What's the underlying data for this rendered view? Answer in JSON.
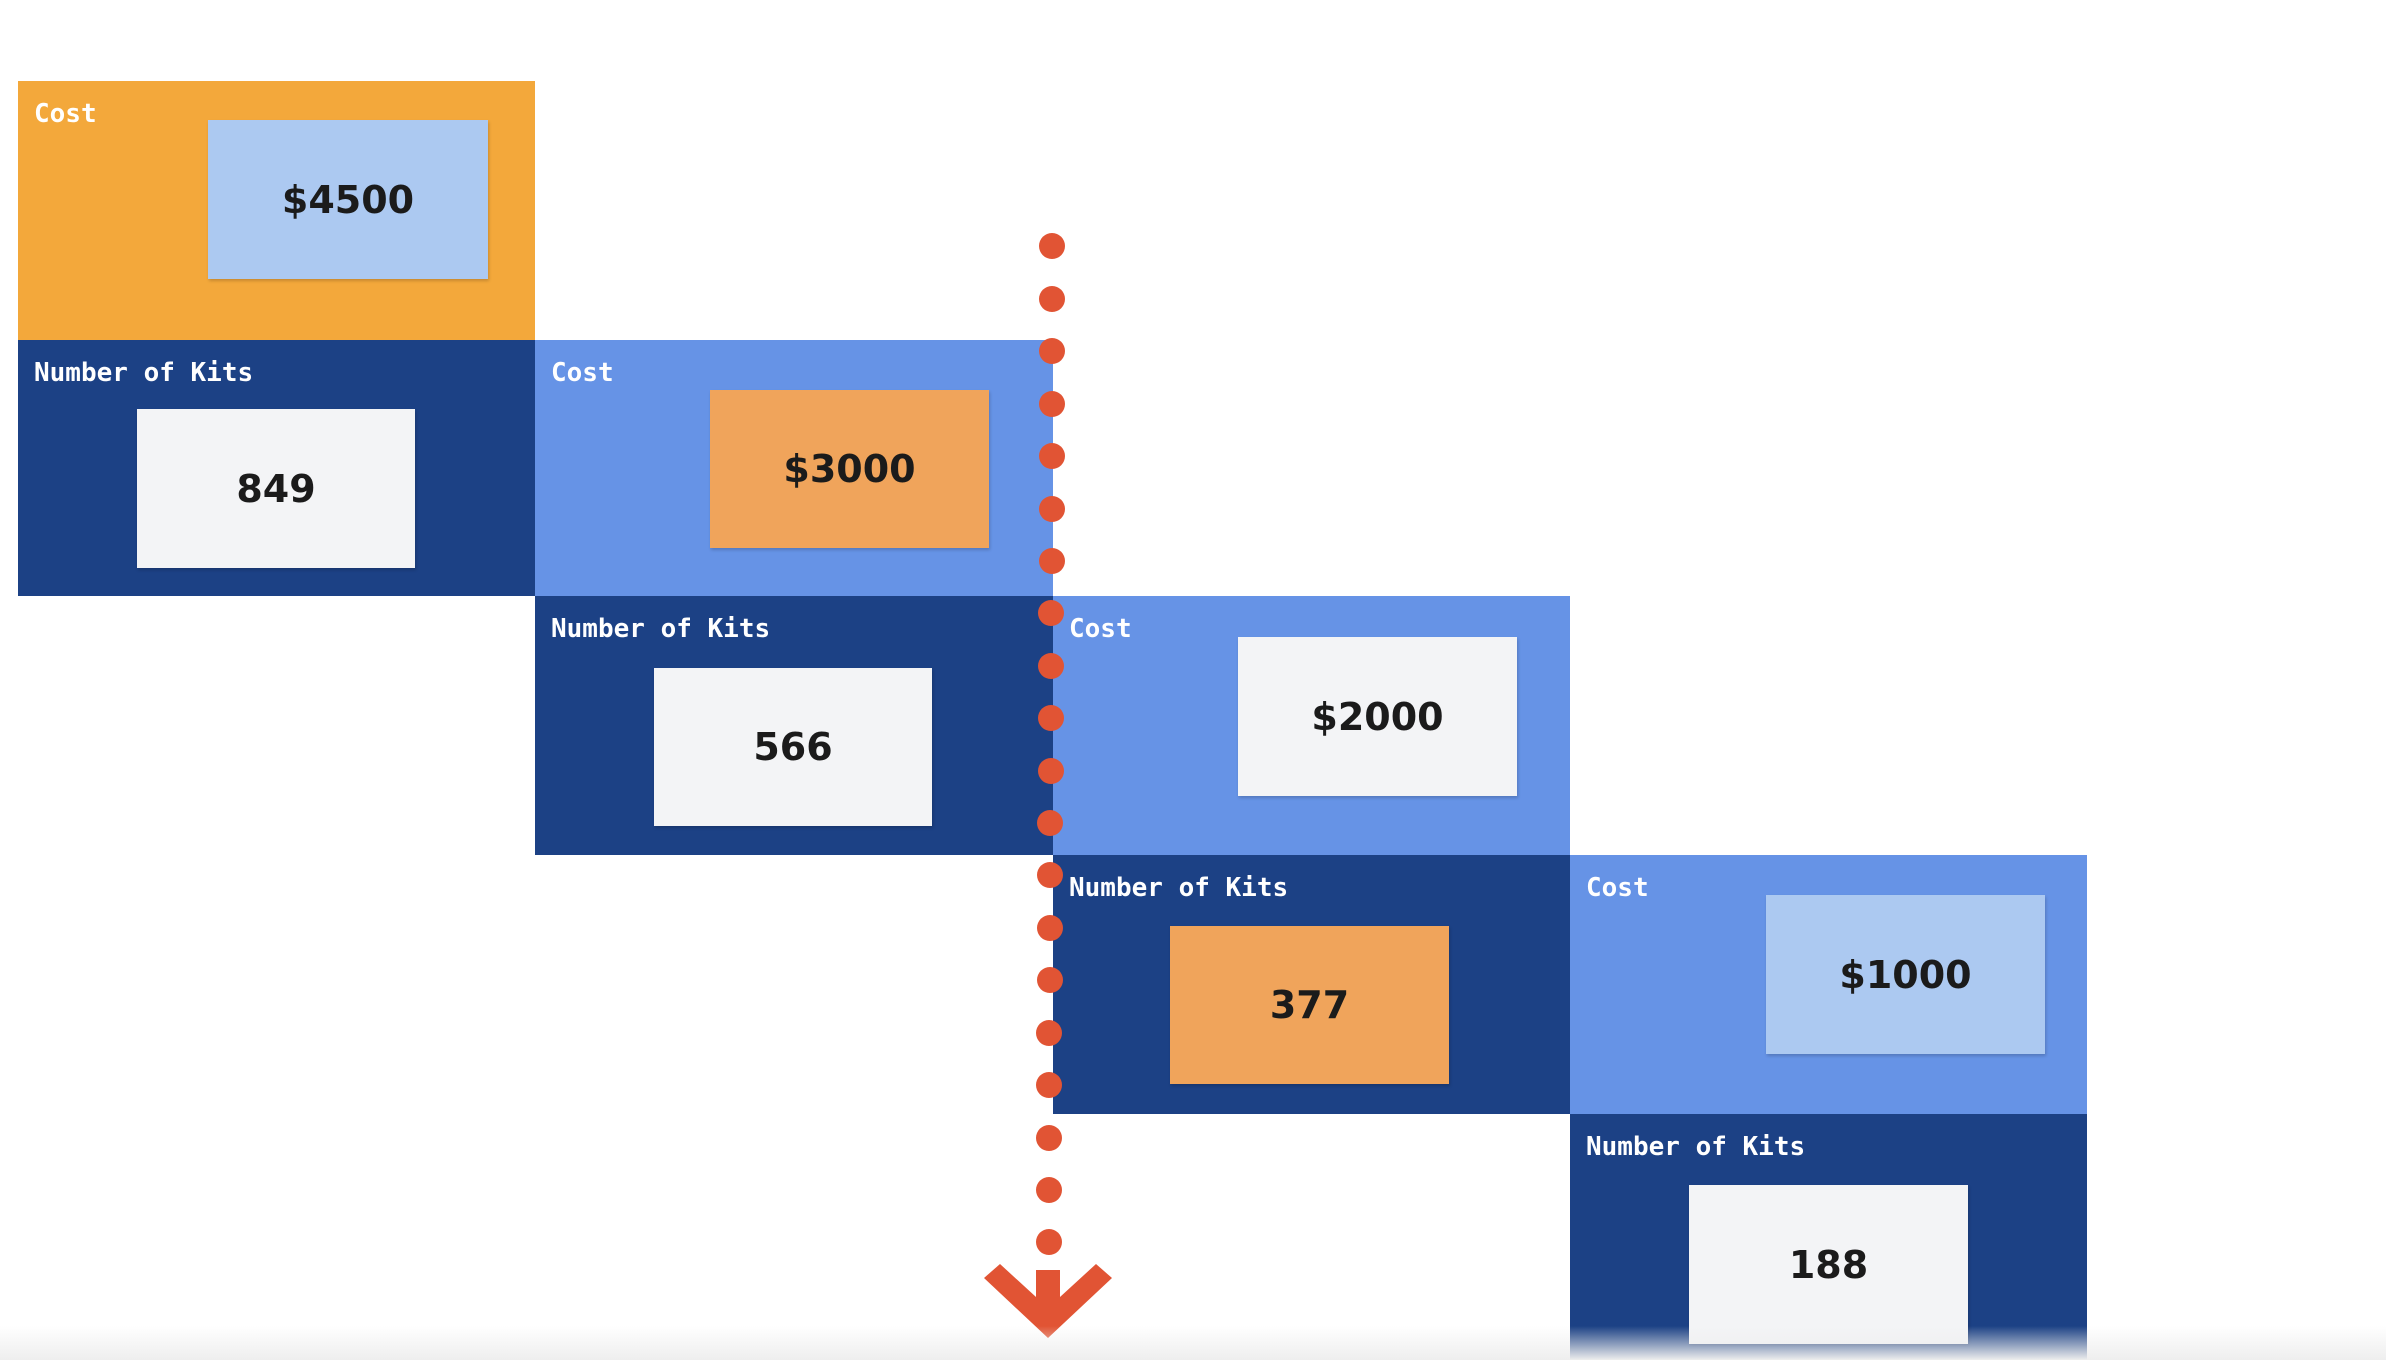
{
  "colors": {
    "orange_panel": "#f3a83b",
    "dark_blue_panel": "#1c4185",
    "medium_blue_panel": "#6693e6",
    "light_blue_note": "#acc9f1",
    "orange_note": "#f0a45b",
    "white_note": "#f3f4f6",
    "dotted_line": "#e15434"
  },
  "steps": [
    {
      "cost": {
        "label": "Cost",
        "value": "$4500",
        "panel_color": "orange",
        "note_color": "light_blue"
      },
      "kits": {
        "label": "Number of Kits",
        "value": "849",
        "note_color": "white"
      }
    },
    {
      "cost": {
        "label": "Cost",
        "value": "$3000",
        "panel_color": "medium_blue",
        "note_color": "orange"
      },
      "kits": {
        "label": "Number of Kits",
        "value": "566",
        "note_color": "white"
      }
    },
    {
      "cost": {
        "label": "Cost",
        "value": "$2000",
        "panel_color": "medium_blue",
        "note_color": "white"
      },
      "kits": {
        "label": "Number of Kits",
        "value": "377",
        "note_color": "orange"
      }
    },
    {
      "cost": {
        "label": "Cost",
        "value": "$1000",
        "panel_color": "medium_blue",
        "note_color": "light_blue"
      },
      "kits": {
        "label": "Number of Kits",
        "value": "188",
        "note_color": "white"
      }
    }
  ],
  "icons": {
    "arrow": "arrow-down-icon"
  }
}
